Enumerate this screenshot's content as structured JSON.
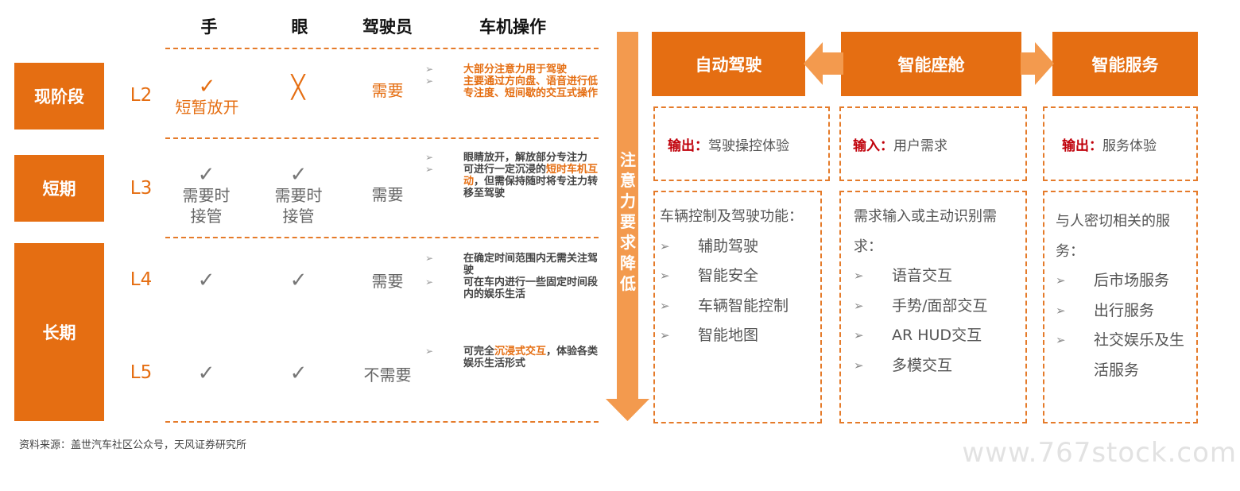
{
  "headers": {
    "hand": "手",
    "eye": "眼",
    "driver": "驾驶员",
    "operation": "车机操作"
  },
  "stages": {
    "current": "现阶段",
    "short": "短期",
    "long": "长期"
  },
  "rows": [
    {
      "level": "L2",
      "hand_mark": "✓",
      "hand_text": "短暂放开",
      "eye_mark": "╳",
      "driver": "需要",
      "bullets": [
        "大部分注意力用于驾驶",
        "主要通过方向盘、语音进行低专注度、短间歇的交互式操作"
      ]
    },
    {
      "level": "L3",
      "hand_mark": "✓",
      "hand_text": "需要时接管",
      "eye_mark": "✓",
      "eye_text": "需要时接管",
      "driver": "需要",
      "bullets": [
        "眼睛放开，解放部分专注力"
      ],
      "bullet2_parts": [
        "可进行一定沉浸的",
        "短时车机互动",
        "，但需保持随时将专注力转移至驾驶"
      ]
    },
    {
      "level": "L4",
      "hand_mark": "✓",
      "eye_mark": "✓",
      "driver": "需要",
      "bullets": [
        "在确定时间范围内无需关注驾驶",
        "可在车内进行一些固定时间段内的娱乐生活"
      ]
    },
    {
      "level": "L5",
      "hand_mark": "✓",
      "eye_mark": "✓",
      "driver": "不需要",
      "bullet_parts": [
        "可完全",
        "沉浸式交互",
        "，体验各类娱乐生活形式"
      ]
    }
  ],
  "bullet_arrow": "➢",
  "center_arrow_label": "注意力要求降低",
  "columns": [
    {
      "title": "自动驾驶",
      "io_key": "输出：",
      "io_value": "驾驶操控体验",
      "intro": "车辆控制及驾驶功能：",
      "items": [
        "辅助驾驶",
        "智能安全",
        "车辆智能控制",
        "智能地图"
      ]
    },
    {
      "title": "智能座舱",
      "io_key": "输入：",
      "io_value": "用户需求",
      "intro": "需求输入或主动识别需求：",
      "items": [
        "语音交互",
        "手势/面部交互",
        "AR HUD交互",
        "多模交互"
      ]
    },
    {
      "title": "智能服务",
      "io_key": "输出：",
      "io_value": "服务体验",
      "intro": "与人密切相关的服务：",
      "items": [
        "后市场服务",
        "出行服务",
        "社交娱乐及生活服务"
      ]
    }
  ],
  "source": "资料来源：盖世汽车社区公众号，天风证券研究所",
  "watermark": "www.767stock.com",
  "colors": {
    "accent": "#E56E12",
    "highlight_red": "#C0000A",
    "arrow": "#F39A4E"
  }
}
